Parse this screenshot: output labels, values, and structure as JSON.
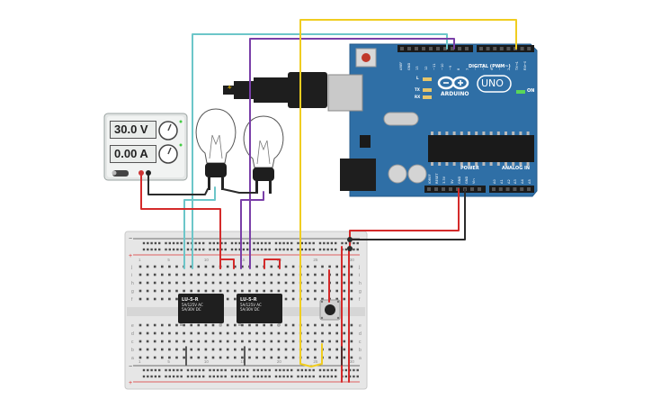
{
  "power_supply": {
    "voltage": "30.0 V",
    "current": "0.00 A"
  },
  "relays": [
    {
      "model": "LU-5-R",
      "spec1": "5A/125V AC",
      "spec2": "5A/30V DC"
    },
    {
      "model": "LU-5-R",
      "spec1": "5A/125V AC",
      "spec2": "5A/30V DC"
    }
  ],
  "arduino": {
    "brand": "ARDUINO",
    "model": "UNO",
    "on_label": "ON",
    "digital_label": "DIGITAL (PWM~)",
    "power_label": "POWER",
    "analog_label": "ANALOG IN",
    "led_labels": [
      "L",
      "TX",
      "RX"
    ],
    "digital_pins": [
      "AREF",
      "GND",
      "13",
      "12",
      "~11",
      "~10",
      "~9",
      "8",
      "7",
      "~6",
      "~5",
      "4",
      "~3",
      "2",
      "TX→1",
      "RX←0"
    ],
    "power_pins": [
      "IOREF",
      "RESET",
      "3.3V",
      "5V",
      "GND",
      "GND",
      "Vin"
    ],
    "analog_pins": [
      "A0",
      "A1",
      "A2",
      "A3",
      "A4",
      "A5"
    ]
  },
  "breadboard": {
    "row_letters_top": [
      "j",
      "i",
      "h",
      "g",
      "f"
    ],
    "row_letters_bottom": [
      "e",
      "d",
      "c",
      "b",
      "a"
    ],
    "column_numbers": [
      "1",
      "5",
      "10",
      "15",
      "20",
      "25",
      "30"
    ]
  },
  "colors": {
    "wire_cyan": "#6cc6c9",
    "wire_purple": "#7a3fa8",
    "wire_yellow": "#f0cd20",
    "wire_red": "#d42a2a",
    "wire_black": "#2b2b2b",
    "arduino_blue": "#2f6fa6",
    "breadboard": "#e4e4e4"
  }
}
